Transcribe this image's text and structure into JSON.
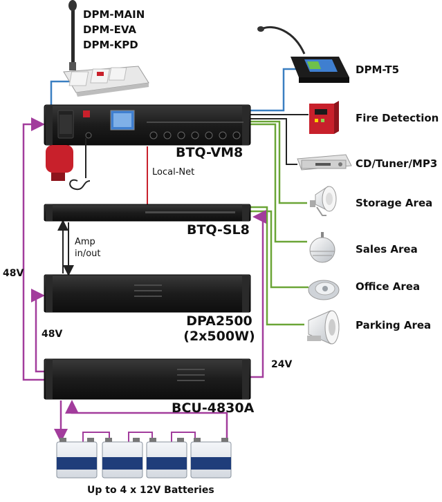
{
  "devices": {
    "mic_station_lines": [
      "DPM-MAIN",
      "DPM-EVA",
      "DPM-KPD"
    ],
    "touch_panel": "DPM-T5",
    "main_unit": "BTQ-VM8",
    "slave_unit": "BTQ-SL8",
    "amplifier_lines": [
      "DPA2500",
      "(2x500W)"
    ],
    "battery_charger": "BCU-4830A",
    "batteries_caption": "Up to 4 x 12V Batteries"
  },
  "connections": {
    "local_net": "Local-Net",
    "amp_io_lines": [
      "Amp",
      "in/out"
    ],
    "v48_outer": "48V",
    "v48_inner": "48V",
    "v24": "24V"
  },
  "outputs": [
    "Fire Detection",
    "CD/Tuner/MP3",
    "Storage Area",
    "Sales Area",
    "Office Area",
    "Parking Area"
  ],
  "colors": {
    "power_wire": "#a23c9c",
    "network_wire": "#c8202b",
    "data_wire": "#3a7fc1",
    "speaker_wire": "#6aa536",
    "signal_wire": "#222222",
    "rack_body": "#1e1e1e"
  }
}
